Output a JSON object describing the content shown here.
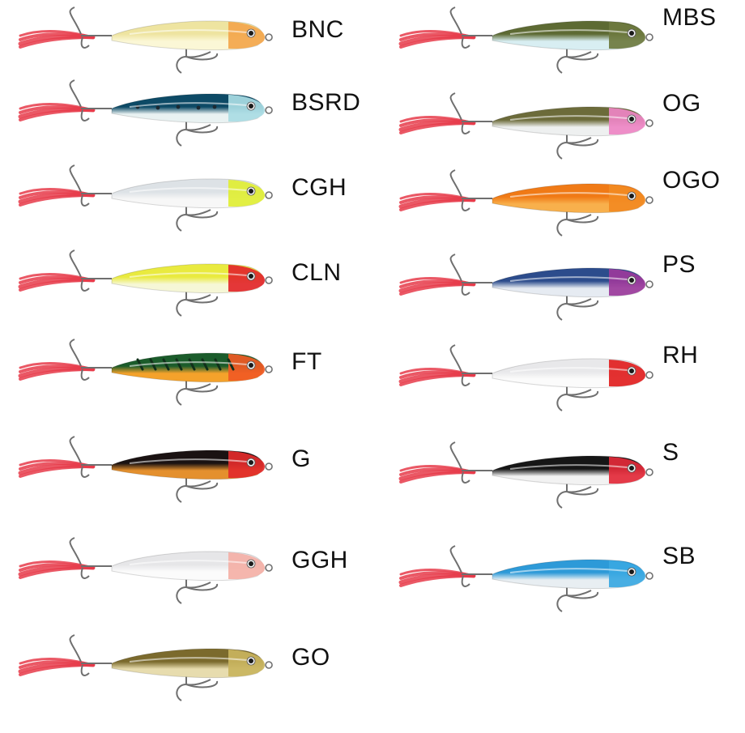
{
  "left_column": [
    {
      "code": "BNC",
      "back": "#eee4a0",
      "belly": "#fbf7d6",
      "head": "#f3a64c",
      "spots": "",
      "bars": false
    },
    {
      "code": "BSRD",
      "back": "#0d4a66",
      "belly": "#e9f2f2",
      "head": "#a9dce4",
      "spots": "#1c2a33",
      "bars": false
    },
    {
      "code": "CGH",
      "back": "#dde2e6",
      "belly": "#f7f7f7",
      "head": "#dfee34",
      "spots": "",
      "bars": false
    },
    {
      "code": "CLN",
      "back": "#e9ea3f",
      "belly": "#f6f7d6",
      "head": "#e2262a",
      "spots": "",
      "bars": false
    },
    {
      "code": "FT",
      "back": "#1b5c2b",
      "belly": "#f4a22b",
      "head": "#f05a24",
      "spots": "",
      "bars": true
    },
    {
      "code": "G",
      "back": "#1a1212",
      "belly": "#e4902e",
      "head": "#e22b2b",
      "spots": "",
      "bars": false
    },
    {
      "code": "GGH",
      "back": "#e6e6e8",
      "belly": "#fbfbfb",
      "head": "#f4b0a6",
      "spots": "",
      "bars": false
    },
    {
      "code": "GO",
      "back": "#7b6a2d",
      "belly": "#e7dcae",
      "head": "#c9b45e",
      "spots": "",
      "bars": false
    }
  ],
  "right_column": [
    {
      "code": "MBS",
      "back": "#5d6a33",
      "belly": "#d8eef2",
      "head": "#6e7a3f",
      "spots": "",
      "bars": false
    },
    {
      "code": "OG",
      "back": "#6c6b3a",
      "belly": "#eef0f0",
      "head": "#ee86c4",
      "spots": "",
      "bars": false
    },
    {
      "code": "OGO",
      "back": "#f07a16",
      "belly": "#f8b04c",
      "head": "#f28a22",
      "spots": "",
      "bars": false
    },
    {
      "code": "PS",
      "back": "#2c4c8c",
      "belly": "#e6ebf2",
      "head": "#9b3a9b",
      "spots": "",
      "bars": false
    },
    {
      "code": "RH",
      "back": "#e8e8ea",
      "belly": "#fbfbfb",
      "head": "#e11f1f",
      "spots": "",
      "bars": false
    },
    {
      "code": "S",
      "back": "#161616",
      "belly": "#f2f2f2",
      "head": "#e32a3a",
      "spots": "",
      "bars": false
    },
    {
      "code": "SB",
      "back": "#2d9ad8",
      "belly": "#e8eef2",
      "head": "#3aa8e2",
      "spots": "",
      "bars": false
    }
  ],
  "colors": {
    "feather": "#e63b4a",
    "hook": "#6f6f6f",
    "eye": "#1a1a1a",
    "label": "#111111"
  }
}
